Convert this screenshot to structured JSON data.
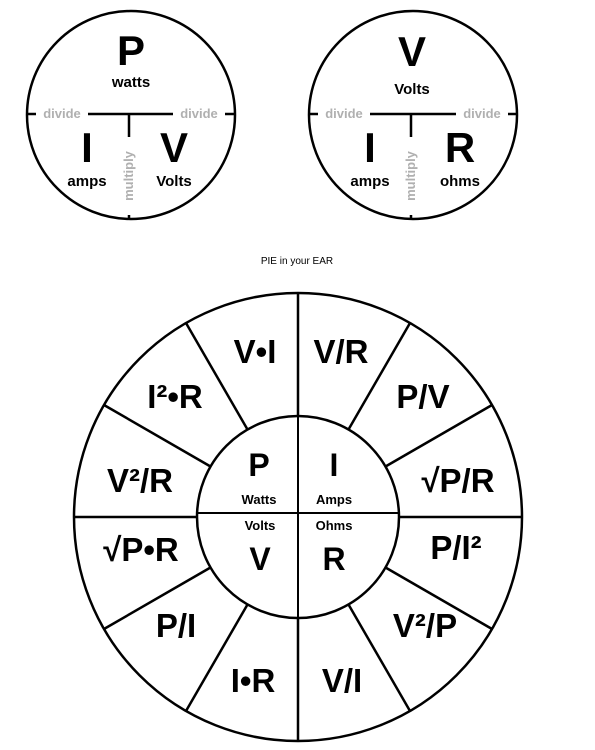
{
  "watt_circle": {
    "top_symbol": "P",
    "top_unit": "watts",
    "left_symbol": "I",
    "left_unit": "amps",
    "right_symbol": "V",
    "right_unit": "Volts",
    "left_divider": "divide",
    "right_divider": "divide",
    "stem_label": "multiply"
  },
  "volt_circle": {
    "top_symbol": "V",
    "top_unit": "Volts",
    "left_symbol": "I",
    "left_unit": "amps",
    "right_symbol": "R",
    "right_unit": "ohms",
    "left_divider": "divide",
    "right_divider": "divide",
    "stem_label": "multiply"
  },
  "caption": "PIE in your EAR",
  "wheel": {
    "inner": {
      "p_symbol": "P",
      "p_unit": "Watts",
      "i_symbol": "I",
      "i_unit": "Amps",
      "v_symbol": "V",
      "v_unit": "Volts",
      "r_symbol": "R",
      "r_unit": "Ohms"
    },
    "formulas": [
      "V•I",
      "V/R",
      "P/V",
      "√P/R",
      "P/I²",
      "V²/P",
      "V/I",
      "I•R",
      "P/I",
      "√P•R",
      "V²/R",
      "I²•R"
    ],
    "colors": {
      "stroke": "#000000",
      "divider_label": "#b0b0b0"
    }
  }
}
